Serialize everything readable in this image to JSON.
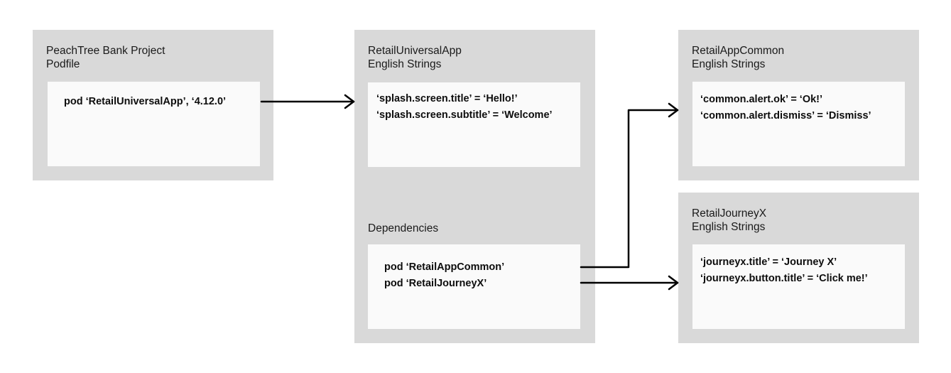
{
  "podfile_panel": {
    "title_line1": "PeachTree Bank Project",
    "title_line2": "Podfile",
    "line1": "pod ‘RetailUniversalApp’, ‘4.12.0’"
  },
  "universal_panel": {
    "title_line1": "RetailUniversalApp",
    "title_line2": "English Strings",
    "strings": [
      "‘splash.screen.title’ = ‘Hello!’",
      "‘splash.screen.subtitle’ = ‘Welcome’"
    ],
    "dependencies_label": "Dependencies",
    "dependencies": [
      "pod ‘RetailAppCommon’",
      "pod ‘RetailJourneyX’"
    ]
  },
  "common_panel": {
    "title_line1": "RetailAppCommon",
    "title_line2": "English Strings",
    "strings": [
      "‘common.alert.ok’ = ‘Ok!’",
      "‘common.alert.dismiss’ = ‘Dismiss’"
    ]
  },
  "journey_panel": {
    "title_line1": "RetailJourneyX",
    "title_line2": "English Strings",
    "strings": [
      "‘journeyx.title’ = ‘Journey X’",
      "‘journeyx.button.title’ = ‘Click me!’"
    ]
  },
  "colors": {
    "panel": "#d9d9d9",
    "card": "#fafafa",
    "arrow": "#000000"
  }
}
